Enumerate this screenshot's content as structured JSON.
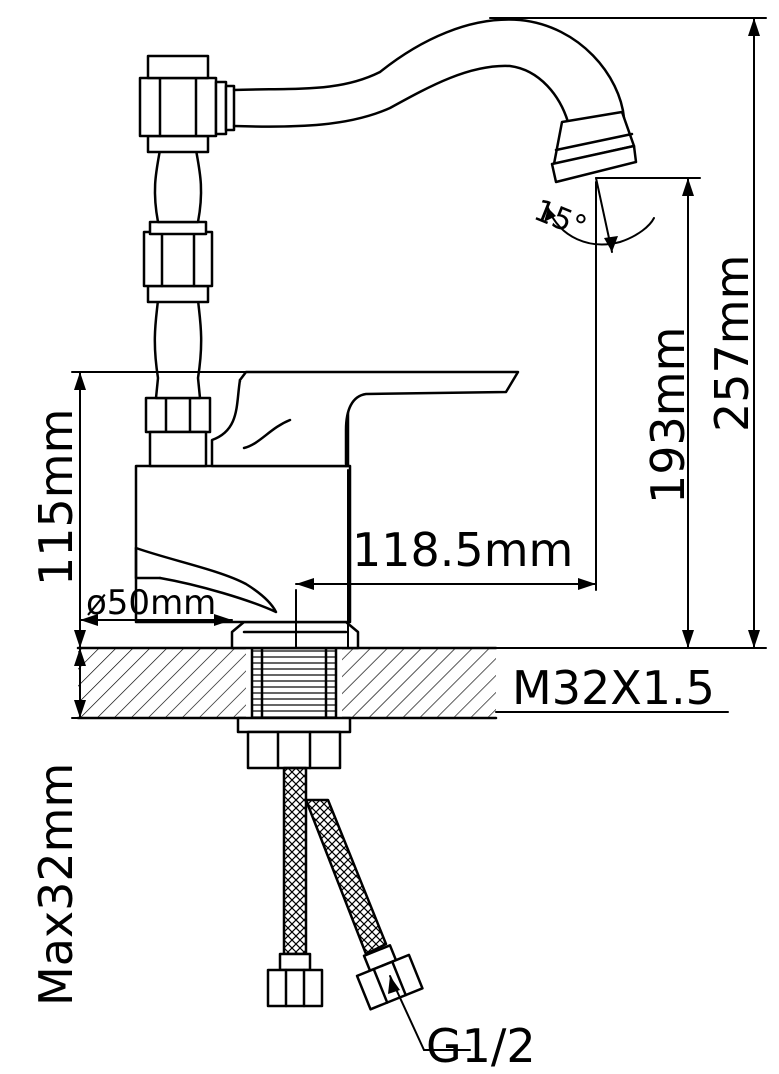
{
  "dimensions": {
    "height_115": "115mm",
    "height_193": "193mm",
    "height_257": "257mm",
    "reach": "118.5mm",
    "base_diameter": "ø50mm",
    "thread": "M32X1.5",
    "max_thickness": "Max32mm",
    "connection": "G1/2",
    "angle": "15°"
  },
  "colors": {
    "line": "#000000",
    "background": "#ffffff"
  }
}
